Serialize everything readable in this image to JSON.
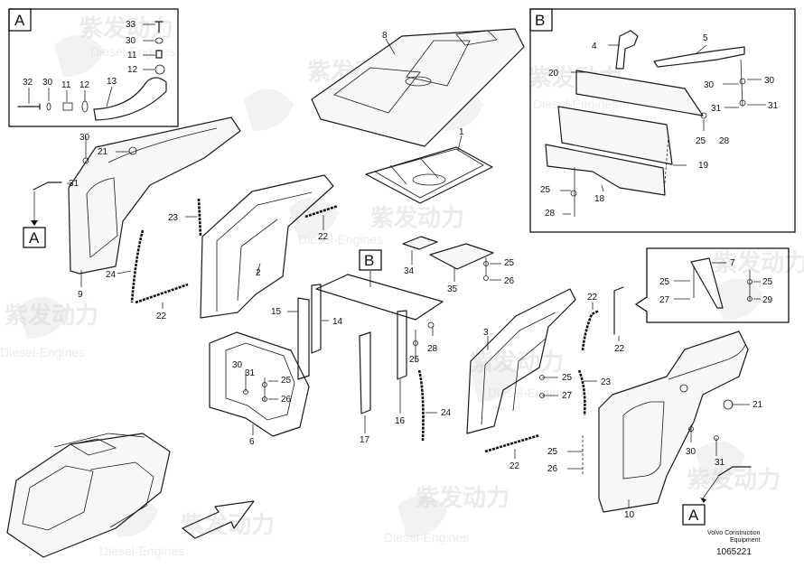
{
  "detail_a_tag": "A",
  "detail_b_tag": "B",
  "ref_a_tag_left": "A",
  "ref_a_tag_right": "A",
  "ref_b_tag": "B",
  "watermark": {
    "brand": "紫发动力",
    "sub": "Diesel-Engines"
  },
  "footer": {
    "company_line1": "Volvo Construction",
    "company_line2": "Equipment",
    "doc_number": "1065221"
  },
  "callouts": {
    "a_33": "33",
    "a_30": "30",
    "a_11": "11",
    "a_12a": "12",
    "a_32": "32",
    "a_30b": "30",
    "a_11b": "11",
    "a_12b": "12",
    "a_13": "13",
    "b_4": "4",
    "b_5": "5",
    "b_20": "20",
    "b_30a": "30",
    "b_30b": "30",
    "b_31a": "31",
    "b_31b": "31",
    "b_25": "25",
    "b_28": "28",
    "b_19": "19",
    "b_25b": "25",
    "b_18": "18",
    "b_28b": "28",
    "p_8": "8",
    "p_1": "1",
    "p_30": "30",
    "p_21": "21",
    "p_31": "31",
    "p_9": "9",
    "p_24": "24",
    "p_22a": "22",
    "p_23": "23",
    "p_2": "2",
    "p_22b": "22",
    "p_34": "34",
    "p_35": "35",
    "p_25a": "25",
    "p_26a": "26",
    "p_15": "15",
    "p_14": "14",
    "p_30c": "30",
    "p_31c": "31",
    "p_25b": "25",
    "p_26b": "26",
    "p_6": "6",
    "p_28": "28",
    "p_25c": "25",
    "p_16": "16",
    "p_24b": "24",
    "p_17": "17",
    "p_3": "3",
    "p_22c": "22",
    "p_22d": "22",
    "p_25d": "25",
    "p_27a": "27",
    "p_23b": "23",
    "p_22e": "22",
    "p_7": "7",
    "p_25e": "25",
    "p_27b": "27",
    "p_25f": "25",
    "p_29": "29",
    "p_21b": "21",
    "p_30d": "30",
    "p_25g": "25",
    "p_26c": "26",
    "p_31d": "31",
    "p_10": "10"
  }
}
